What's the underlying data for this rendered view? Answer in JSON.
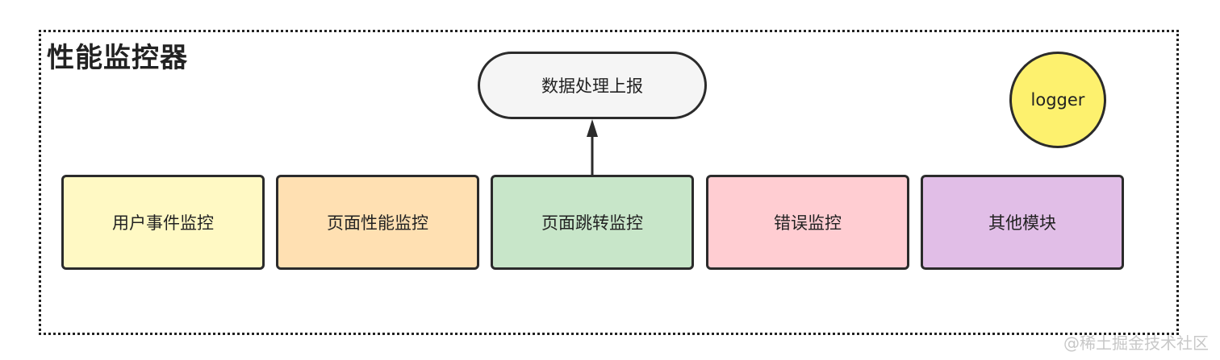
{
  "diagram": {
    "title": "性能监控器",
    "report_node": {
      "label": "数据处理上报",
      "fill": "#f5f5f5"
    },
    "logger_node": {
      "label": "logger",
      "fill": "#fdf16e"
    },
    "modules": [
      {
        "label": "用户事件监控",
        "fill": "#fff9c4"
      },
      {
        "label": "页面性能监控",
        "fill": "#ffe0b2"
      },
      {
        "label": "页面跳转监控",
        "fill": "#c8e6c9"
      },
      {
        "label": "错误监控",
        "fill": "#ffcdd2"
      },
      {
        "label": "其他模块",
        "fill": "#e1bee7"
      }
    ],
    "edges": [
      {
        "from": "页面跳转监控",
        "to": "数据处理上报"
      }
    ],
    "watermark": "@稀土掘金技术社区"
  }
}
